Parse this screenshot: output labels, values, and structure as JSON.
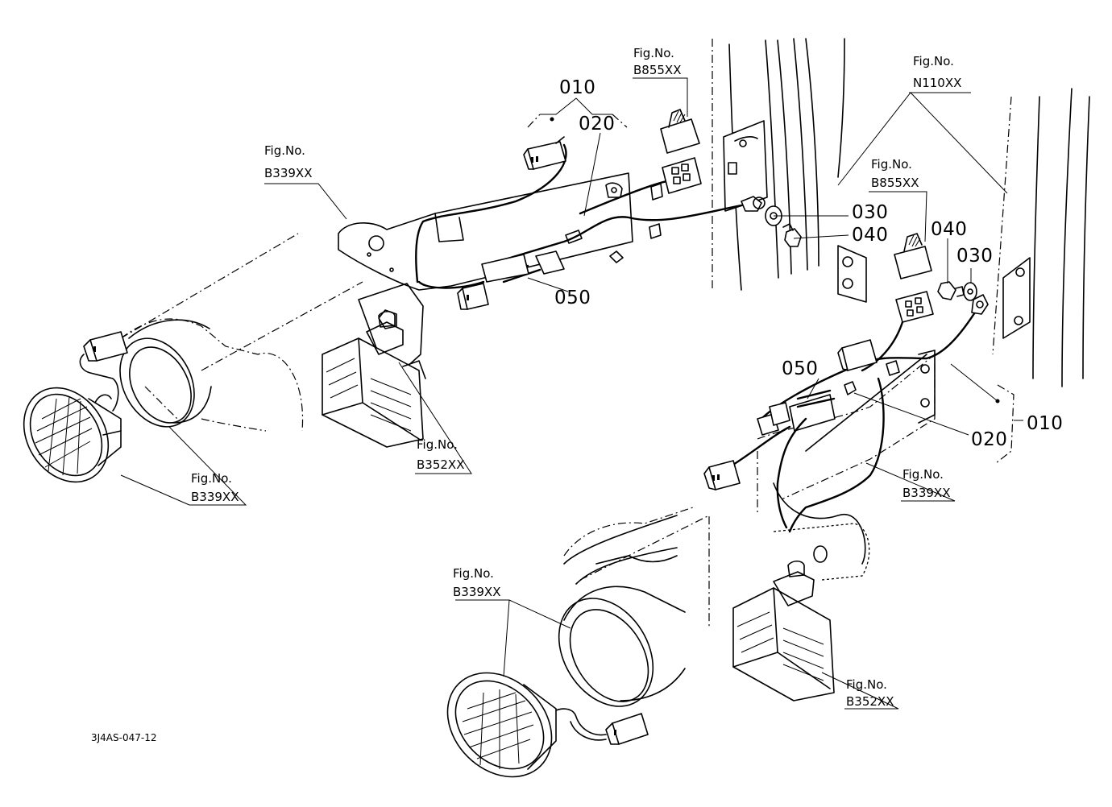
{
  "diagram": {
    "code": "3J4AS-047-12",
    "fig_refs": [
      {
        "id": "b855-top",
        "line1": "Fig.No.",
        "line2": "B855XX"
      },
      {
        "id": "n110",
        "line1": "Fig.No.",
        "line2": "N110XX"
      },
      {
        "id": "b339-left-top",
        "line1": "Fig.No.",
        "line2": "B339XX"
      },
      {
        "id": "b855-right",
        "line1": "Fig.No.",
        "line2": "B855XX"
      },
      {
        "id": "b352-left",
        "line1": "Fig.No.",
        "line2": "B352XX"
      },
      {
        "id": "b339-left-bottom",
        "line1": "Fig.No.",
        "line2": "B339XX"
      },
      {
        "id": "b339-right",
        "line1": "Fig.No.",
        "line2": "B339XX"
      },
      {
        "id": "b339-bottom",
        "line1": "Fig.No.",
        "line2": "B339XX"
      },
      {
        "id": "b352-bottom",
        "line1": "Fig.No.",
        "line2": "B352XX"
      }
    ],
    "part_numbers": [
      {
        "id": "010-left",
        "value": "010"
      },
      {
        "id": "020-left",
        "value": "020"
      },
      {
        "id": "030-center",
        "value": "030"
      },
      {
        "id": "040-center",
        "value": "040"
      },
      {
        "id": "050-left",
        "value": "050"
      },
      {
        "id": "040-right",
        "value": "040"
      },
      {
        "id": "030-right",
        "value": "030"
      },
      {
        "id": "050-right",
        "value": "050"
      },
      {
        "id": "020-right",
        "value": "020"
      },
      {
        "id": "010-right",
        "value": "010"
      }
    ]
  }
}
